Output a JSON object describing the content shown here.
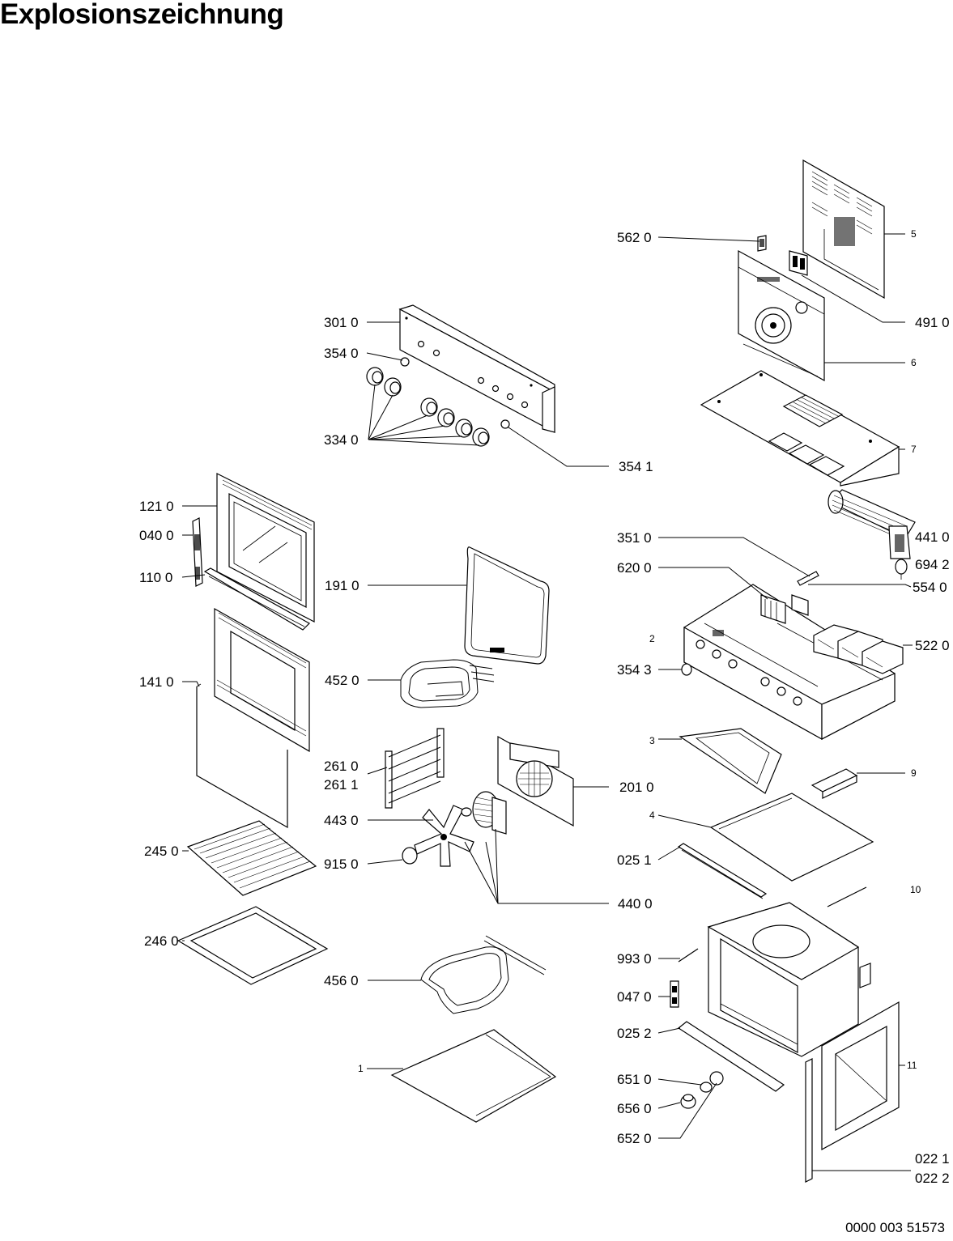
{
  "title": "Explosionszeichnung",
  "document_number": "0000 003 51573",
  "diagram": {
    "labels": [
      {
        "id": "l5620",
        "text": "562 0"
      },
      {
        "id": "l5",
        "text": "5"
      },
      {
        "id": "l4910",
        "text": "491 0"
      },
      {
        "id": "l3010",
        "text": "301 0"
      },
      {
        "id": "l3540",
        "text": "354 0"
      },
      {
        "id": "l6",
        "text": "6"
      },
      {
        "id": "l3340",
        "text": "334 0"
      },
      {
        "id": "l7",
        "text": "7"
      },
      {
        "id": "l3541",
        "text": "354 1"
      },
      {
        "id": "l1210",
        "text": "121 0"
      },
      {
        "id": "l0400",
        "text": "040 0"
      },
      {
        "id": "l4410",
        "text": "441 0"
      },
      {
        "id": "l3510",
        "text": "351 0"
      },
      {
        "id": "l6942",
        "text": "694 2"
      },
      {
        "id": "l6200",
        "text": "620 0"
      },
      {
        "id": "l1100",
        "text": "110 0"
      },
      {
        "id": "l1910",
        "text": "191 0"
      },
      {
        "id": "l5540",
        "text": "554 0"
      },
      {
        "id": "l2",
        "text": "2"
      },
      {
        "id": "l5220",
        "text": "522 0"
      },
      {
        "id": "l1410",
        "text": "141 0"
      },
      {
        "id": "l4520",
        "text": "452 0"
      },
      {
        "id": "l3543",
        "text": "354 3"
      },
      {
        "id": "l3",
        "text": "3"
      },
      {
        "id": "l2610",
        "text": "261 0"
      },
      {
        "id": "l2611",
        "text": "261 1"
      },
      {
        "id": "l2010",
        "text": "201 0"
      },
      {
        "id": "l9",
        "text": "9"
      },
      {
        "id": "l4",
        "text": "4"
      },
      {
        "id": "l4430",
        "text": "443 0"
      },
      {
        "id": "l2450",
        "text": "245 0"
      },
      {
        "id": "l0251",
        "text": "025 1"
      },
      {
        "id": "l9150",
        "text": "915 0"
      },
      {
        "id": "l10",
        "text": "10"
      },
      {
        "id": "l4400",
        "text": "440 0"
      },
      {
        "id": "l2460",
        "text": "246 0"
      },
      {
        "id": "l9930",
        "text": "993 0"
      },
      {
        "id": "l4560",
        "text": "456 0"
      },
      {
        "id": "l0470",
        "text": "047 0"
      },
      {
        "id": "l0252",
        "text": "025 2"
      },
      {
        "id": "l1",
        "text": "1"
      },
      {
        "id": "l11",
        "text": "11"
      },
      {
        "id": "l6510",
        "text": "651 0"
      },
      {
        "id": "l6560",
        "text": "656 0"
      },
      {
        "id": "l6520",
        "text": "652 0"
      },
      {
        "id": "l0221",
        "text": "022 1"
      },
      {
        "id": "l0222",
        "text": "022 2"
      }
    ]
  }
}
